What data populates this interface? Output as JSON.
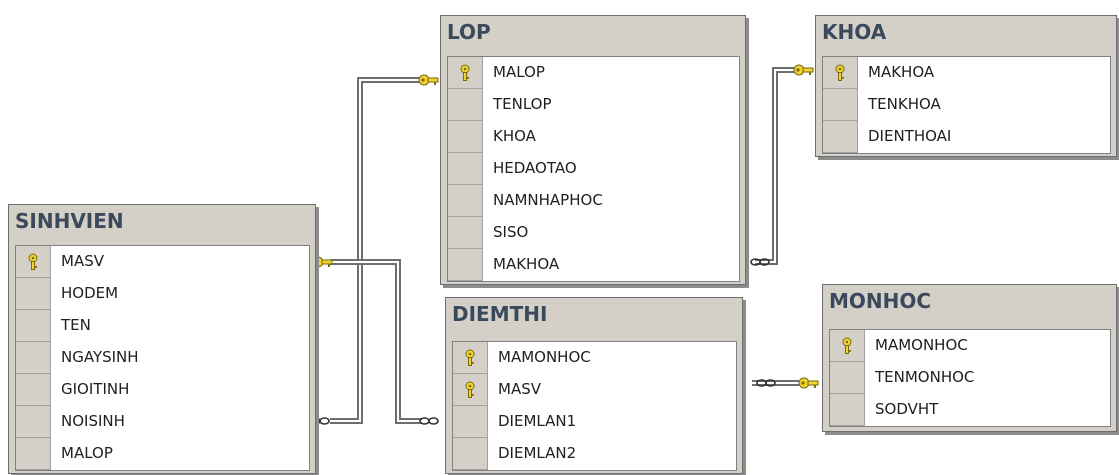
{
  "diagram": {
    "tables": [
      {
        "name": "SINHVIEN",
        "columns": [
          {
            "label": "MASV",
            "pk": true
          },
          {
            "label": "HODEM",
            "pk": false
          },
          {
            "label": "TEN",
            "pk": false
          },
          {
            "label": "NGAYSINH",
            "pk": false
          },
          {
            "label": "GIOITINH",
            "pk": false
          },
          {
            "label": "NOISINH",
            "pk": false
          },
          {
            "label": "MALOP",
            "pk": false
          }
        ]
      },
      {
        "name": "LOP",
        "columns": [
          {
            "label": "MALOP",
            "pk": true
          },
          {
            "label": "TENLOP",
            "pk": false
          },
          {
            "label": "KHOA",
            "pk": false
          },
          {
            "label": "HEDAOTAO",
            "pk": false
          },
          {
            "label": "NAMNHAPHOC",
            "pk": false
          },
          {
            "label": "SISO",
            "pk": false
          },
          {
            "label": "MAKHOA",
            "pk": false
          }
        ]
      },
      {
        "name": "KHOA",
        "columns": [
          {
            "label": "MAKHOA",
            "pk": true
          },
          {
            "label": "TENKHOA",
            "pk": false
          },
          {
            "label": "DIENTHOAI",
            "pk": false
          }
        ]
      },
      {
        "name": "DIEMTHI",
        "columns": [
          {
            "label": "MAMONHOC",
            "pk": true
          },
          {
            "label": "MASV",
            "pk": true
          },
          {
            "label": "DIEMLAN1",
            "pk": false
          },
          {
            "label": "DIEMLAN2",
            "pk": false
          }
        ]
      },
      {
        "name": "MONHOC",
        "columns": [
          {
            "label": "MAMONHOC",
            "pk": true
          },
          {
            "label": "TENMONHOC",
            "pk": false
          },
          {
            "label": "SODVHT",
            "pk": false
          }
        ]
      }
    ],
    "relationships": [
      {
        "from": "SINHVIEN.MALOP",
        "to": "LOP.MALOP"
      },
      {
        "from": "LOP.MAKHOA",
        "to": "KHOA.MAKHOA"
      },
      {
        "from": "DIEMTHI.MASV",
        "to": "SINHVIEN.MASV"
      },
      {
        "from": "DIEMTHI.MAMONHOC",
        "to": "MONHOC.MAMONHOC"
      }
    ],
    "colors": {
      "table_bg": "#d4d0c8",
      "title_text": "#3a4a5c",
      "key_gold": "#e8c820",
      "connector": "#6e6e6e"
    },
    "icons": [
      "key-icon",
      "infinity-icon"
    ]
  }
}
